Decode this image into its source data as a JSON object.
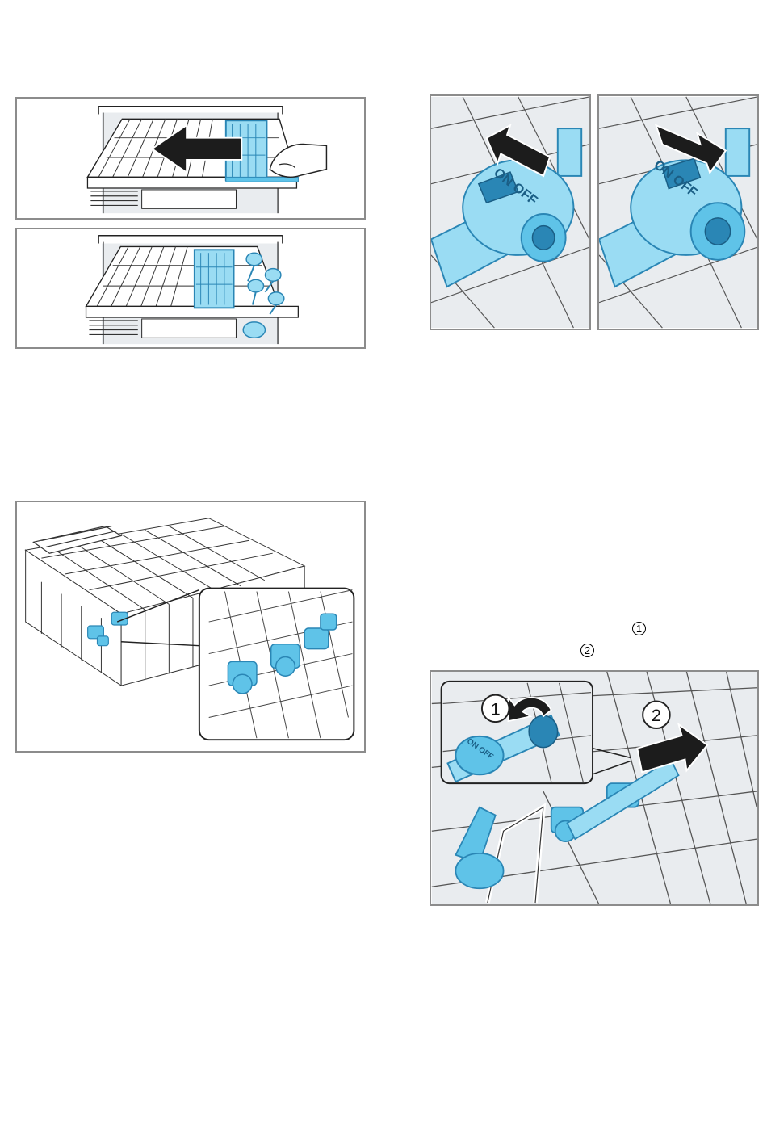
{
  "colors": {
    "accent_blue": "#5fc3e8",
    "dark_blue": "#2a86b5",
    "frame_gray": "#8c8c8c",
    "panel_gray": "#e9ecef",
    "arrow_black": "#1c1c1c"
  },
  "valve_panels": {
    "left_label": "ON OFF",
    "right_label": "ON OFF"
  },
  "step_text": {
    "callout_1": "1",
    "callout_2": "2"
  },
  "bottom_figure": {
    "badge_1": "1",
    "badge_2": "2",
    "valve_label": "ON OFF"
  },
  "icons": [
    "push-arrow-icon",
    "rotate-arrow-icon",
    "pull-arrow-icon"
  ]
}
